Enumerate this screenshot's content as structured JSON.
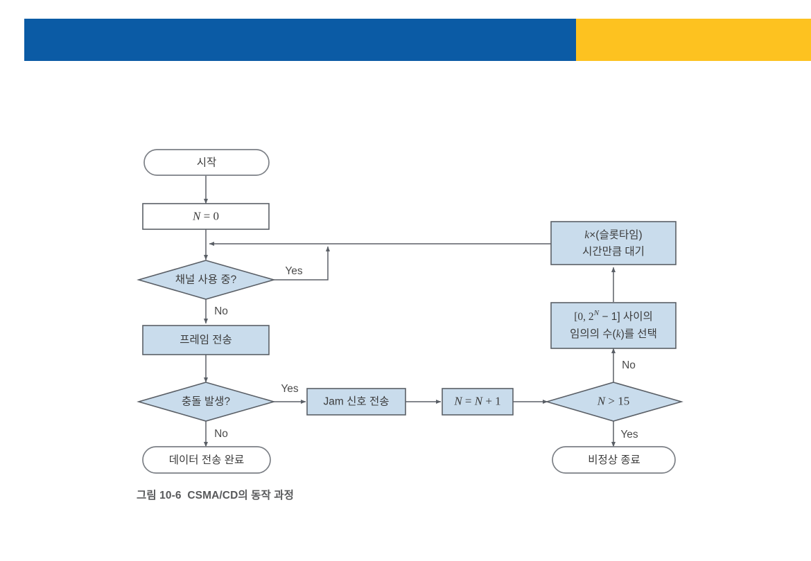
{
  "page": {
    "background_color": "#ffffff"
  },
  "header": {
    "blue_bar_color": "#0b5ba5",
    "yellow_bar_color": "#fdc220"
  },
  "figure": {
    "caption": "그림 10-6  CSMA/CD의 동작 과정",
    "caption_color": "#58595b",
    "node_fill_blue": "#c9dcec",
    "node_fill_white": "#ffffff",
    "line_color": "#5a5f66"
  },
  "chart_data": {
    "type": "diagram",
    "title": "그림 10-6  CSMA/CD의 동작 과정",
    "nodes": [
      {
        "id": "start",
        "shape": "terminal",
        "label": "시작",
        "fill": "#ffffff"
      },
      {
        "id": "init",
        "shape": "process",
        "label": "N = 0",
        "fill": "#ffffff"
      },
      {
        "id": "busy",
        "shape": "decision",
        "label": "채널 사용 중?",
        "fill": "#c9dcec"
      },
      {
        "id": "send",
        "shape": "process",
        "label": "프레임 전송",
        "fill": "#c9dcec"
      },
      {
        "id": "collision",
        "shape": "decision",
        "label": "충돌 발생?",
        "fill": "#c9dcec"
      },
      {
        "id": "done",
        "shape": "terminal",
        "label": "데이터 전송 완료",
        "fill": "#ffffff"
      },
      {
        "id": "jam",
        "shape": "process",
        "label": "Jam 신호 전송",
        "fill": "#c9dcec"
      },
      {
        "id": "increment",
        "shape": "process",
        "label": "N = N + 1",
        "fill": "#c9dcec"
      },
      {
        "id": "limit",
        "shape": "decision",
        "label": "N > 15",
        "fill": "#c9dcec"
      },
      {
        "id": "abort",
        "shape": "terminal",
        "label": "비정상 종료",
        "fill": "#ffffff"
      },
      {
        "id": "backoff",
        "shape": "process",
        "label_line1": "[0, 2N − 1] 사이의",
        "label_line2": "임의의 수(k)를 선택",
        "fill": "#c9dcec"
      },
      {
        "id": "wait",
        "shape": "process",
        "label_line1": "k × (슬롯타임)",
        "label_line2": "시간만큼 대기",
        "fill": "#c9dcec"
      }
    ],
    "edges": [
      {
        "from": "start",
        "to": "init",
        "label": ""
      },
      {
        "from": "init",
        "to": "busy",
        "label": ""
      },
      {
        "from": "busy",
        "to": "send",
        "label": "No"
      },
      {
        "from": "busy",
        "to": "busy_loop",
        "label": "Yes"
      },
      {
        "from": "send",
        "to": "collision",
        "label": ""
      },
      {
        "from": "collision",
        "to": "done",
        "label": "No"
      },
      {
        "from": "collision",
        "to": "jam",
        "label": "Yes"
      },
      {
        "from": "jam",
        "to": "increment",
        "label": ""
      },
      {
        "from": "increment",
        "to": "limit",
        "label": ""
      },
      {
        "from": "limit",
        "to": "abort",
        "label": "Yes"
      },
      {
        "from": "limit",
        "to": "backoff",
        "label": "No"
      },
      {
        "from": "backoff",
        "to": "wait",
        "label": ""
      },
      {
        "from": "wait",
        "to": "busy",
        "label": ""
      }
    ]
  },
  "nodes": {
    "start_label": "시작",
    "init_label_var": "N",
    "init_label_rest": " = 0",
    "busy_label": "채널 사용 중?",
    "send_label": "프레임 전송",
    "collision_label": "충돌 발생?",
    "done_label": "데이터 전송 완료",
    "jam_label": "Jam 신호 전송",
    "increment_label": "N = N + 1",
    "limit_label": "N > 15",
    "abort_label": "비정상 종료",
    "backoff_line1_a": "[0, 2",
    "backoff_line1_sup": "N",
    "backoff_line1_b": " − 1] 사이의",
    "backoff_line2_a": "임의의 수(",
    "backoff_line2_k": "k",
    "backoff_line2_b": ")를 선택",
    "wait_line1_k": "k",
    "wait_line1_rest": "×(슬롯타임)",
    "wait_line2": "시간만큼 대기"
  },
  "edge_labels": {
    "busy_yes": "Yes",
    "busy_no": "No",
    "collision_yes": "Yes",
    "collision_no": "No",
    "limit_yes": "Yes",
    "limit_no": "No"
  }
}
